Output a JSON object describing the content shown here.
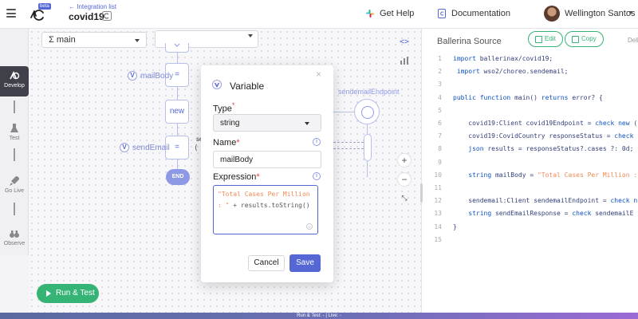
{
  "header": {
    "beta_badge": "beta",
    "back_link": "← Integration list",
    "project_name": "covid19",
    "get_help": "Get Help",
    "documentation": "Documentation",
    "user_name": "Wellington Santos"
  },
  "leftnav": {
    "items": [
      {
        "label": "Develop",
        "active": true
      },
      {
        "label": "Test",
        "active": false
      },
      {
        "label": "Go Live",
        "active": false
      },
      {
        "label": "Observe",
        "active": false
      }
    ]
  },
  "canvas": {
    "function_select": "Σ main",
    "nodes": {
      "assign_1": "=",
      "new": "new",
      "assign_2": "=",
      "end": "END"
    },
    "labels": {
      "mail_body": "mailBody",
      "send_email": "sendEmail",
      "endpoint": "sendemailEndpoint",
      "edge_fragment": "se"
    },
    "run_test": "Run & Test",
    "tools": {
      "code": "<>",
      "chart": "chart"
    }
  },
  "modal": {
    "title": "Variable",
    "type_label": "Type",
    "type_value": "string",
    "name_label": "Name",
    "name_value": "mailBody",
    "expression_label": "Expression",
    "expression_line1": "\"Total Cases Per Million",
    "expression_line2_pre": ": \"",
    "expression_line2_post": " + results.toString()",
    "cancel": "Cancel",
    "save": "Save",
    "close": "×"
  },
  "source": {
    "title": "Ballerina Source",
    "edit": "Edit",
    "copy": "Copy",
    "extra": "Dell",
    "lines": [
      {
        "n": "1",
        "parts": [
          {
            "c": "kw",
            "t": "import "
          },
          {
            "c": "ct",
            "t": "ballerinax/covid19;"
          }
        ]
      },
      {
        "n": "2",
        "parts": [
          {
            "c": "kw",
            "t": " import "
          },
          {
            "c": "ct",
            "t": "wso2/choreo.sendemail;"
          }
        ]
      },
      {
        "n": "3",
        "parts": []
      },
      {
        "n": "4",
        "parts": [
          {
            "c": "kw",
            "t": "public function "
          },
          {
            "c": "ct",
            "t": "main() "
          },
          {
            "c": "kw",
            "t": "returns "
          },
          {
            "c": "ct",
            "t": "error? {"
          }
        ]
      },
      {
        "n": "5",
        "parts": []
      },
      {
        "n": "6",
        "parts": [
          {
            "c": "ct",
            "t": "    covid19:Client covid19Endpoint = "
          },
          {
            "c": "kw",
            "t": "check new "
          },
          {
            "c": "ct",
            "t": "("
          }
        ]
      },
      {
        "n": "7",
        "parts": [
          {
            "c": "ct",
            "t": "    covid19:CovidCountry responseStatus = "
          },
          {
            "c": "kw",
            "t": "check"
          }
        ]
      },
      {
        "n": "8",
        "parts": [
          {
            "c": "kw",
            "t": "    json "
          },
          {
            "c": "ct",
            "t": "results = responseStatus?.cases ?: 0d;"
          }
        ]
      },
      {
        "n": "9",
        "parts": []
      },
      {
        "n": "10",
        "parts": [
          {
            "c": "kw",
            "t": "    string "
          },
          {
            "c": "ct",
            "t": "mailBody = "
          },
          {
            "c": "st",
            "t": "\"Total Cases Per Million :"
          }
        ]
      },
      {
        "n": "11",
        "parts": []
      },
      {
        "n": "12",
        "parts": [
          {
            "c": "ct",
            "t": "    sendemail:Client sendemailEndpoint = "
          },
          {
            "c": "kw",
            "t": "check n"
          }
        ]
      },
      {
        "n": "13",
        "parts": [
          {
            "c": "kw",
            "t": "    string "
          },
          {
            "c": "ct",
            "t": "sendEmailResponse = "
          },
          {
            "c": "kw",
            "t": "check "
          },
          {
            "c": "ct",
            "t": "sendemailE"
          }
        ]
      },
      {
        "n": "14",
        "parts": [
          {
            "c": "ct",
            "t": "}"
          }
        ]
      },
      {
        "n": "15",
        "parts": []
      }
    ]
  },
  "status_bar": "Run & Test: - | Live: -",
  "colors": {
    "accent": "#5567d5",
    "green": "#36b475",
    "string": "#f08a56",
    "keyword": "#0c52c3"
  }
}
